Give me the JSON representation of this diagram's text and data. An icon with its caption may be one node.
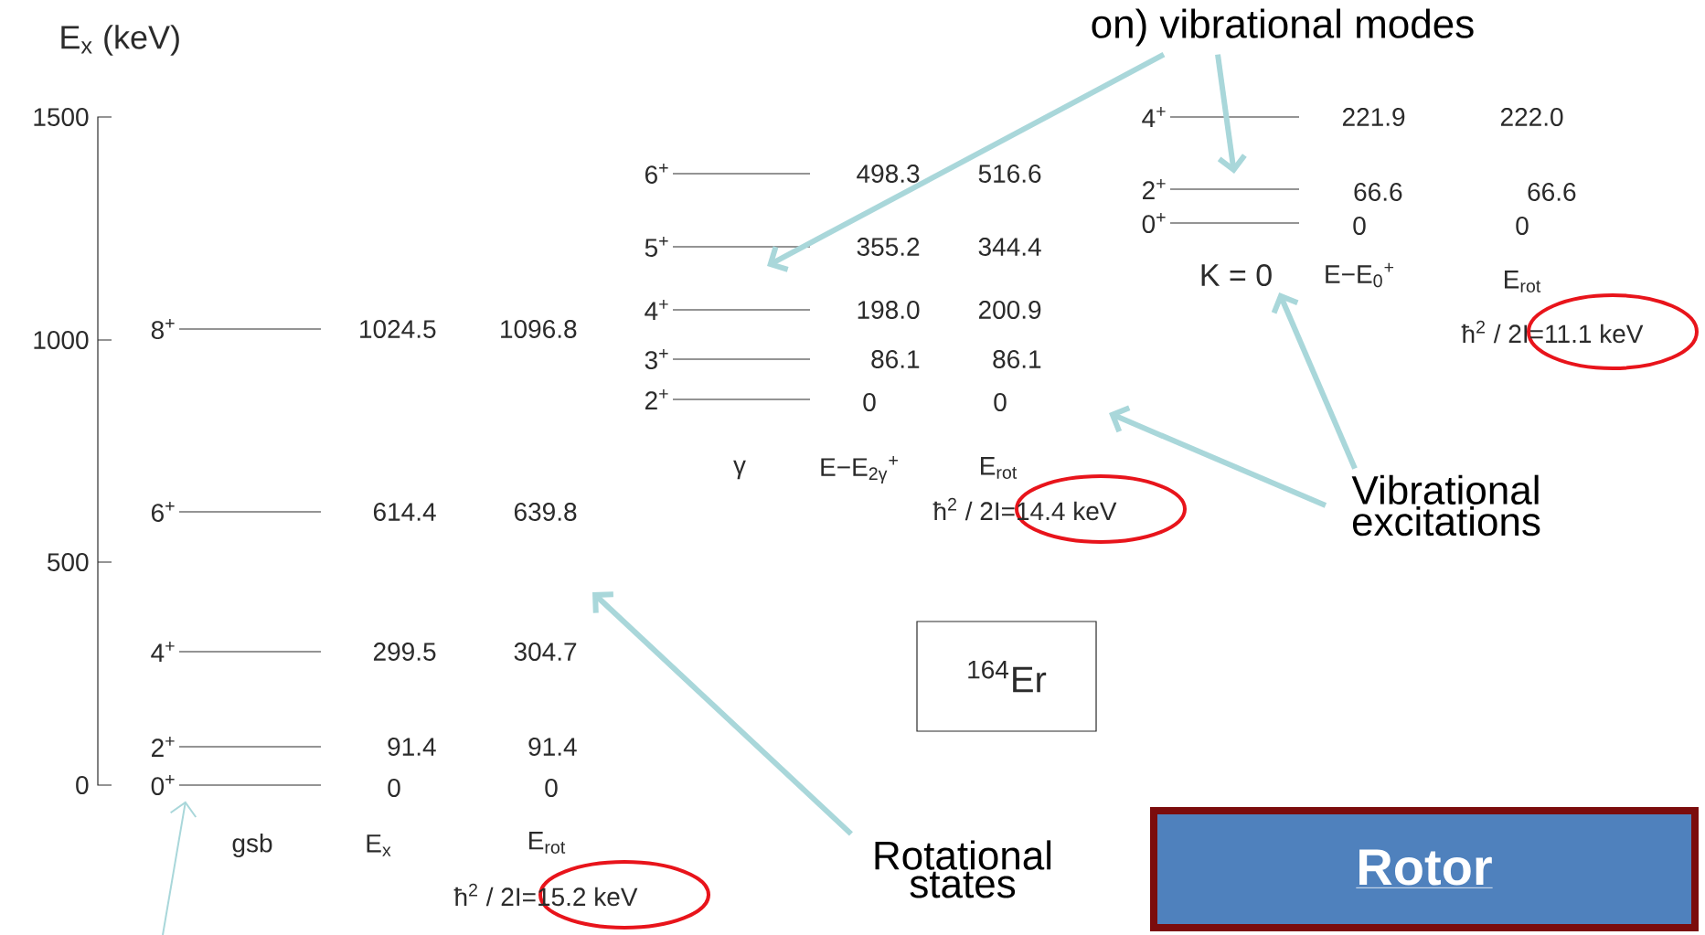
{
  "diagram": {
    "nodes": [
      {
        "text": [
          "on) vibrational modes"
        ]
      },
      {
        "text": [
          "Vibrational excitations"
        ]
      },
      {
        "text": [
          "Rotational states"
        ]
      },
      {
        "text": [
          "Rotor"
        ]
      },
      {
        "text": [
          "K = 0"
        ]
      },
      {
        "text": [
          "0$^{+}$"
        ]
      },
      {
        "text": [
          "$^{164}$Er"
        ]
      }
    ],
    "edges": [
      {
        "from": 0,
        "to": null,
        "arrow": "to"
      },
      {
        "from": 0,
        "to": null,
        "arrow": "to"
      },
      {
        "from": 1,
        "to": null,
        "arrow": "to"
      },
      {
        "from": 1,
        "to": 4,
        "arrow": "to"
      },
      {
        "from": 2,
        "to": null,
        "arrow": "to"
      },
      {
        "from": null,
        "to": 5,
        "arrow": "to"
      }
    ],
    "labels": [
      "E$_{x}$ (keV)",
      "1500",
      "1000",
      "500",
      "0",
      "8$^{+}$",
      "1024.5",
      "1096.8",
      "6$^{+}$",
      "614.4",
      "639.8",
      "4$^{+}$",
      "299.5",
      "304.7",
      "2$^{+}$",
      "91.4",
      "91.4",
      "0",
      "0",
      "gsb",
      "E$_{x}$",
      "E$_{rot}$",
      "ħ$^{2}$ / 2I=15.2 keV",
      "6$^{+}$",
      "498.3",
      "516.6",
      "5$^{+}$",
      "355.2",
      "344.4",
      "4$^{+}$",
      "198.0",
      "200.9",
      "3$^{+}$",
      "86.1",
      "86.1",
      "2$^{+}$",
      "0",
      "0",
      "γ",
      "E−E$_{2γ}$$^{+}$",
      "E$_{rot}$",
      "ħ$^{2}$ / 2I=14.4 keV",
      "4$^{+}$",
      "221.9",
      "222.0",
      "2$^{+}$",
      "66.6",
      "66.6",
      "0$^{+}$",
      "0",
      "0",
      "E−E$_{0}$$^{+}$",
      "E$_{rot}$",
      "ħ$^{2}$ / 2I=11.1 keV"
    ]
  }
}
